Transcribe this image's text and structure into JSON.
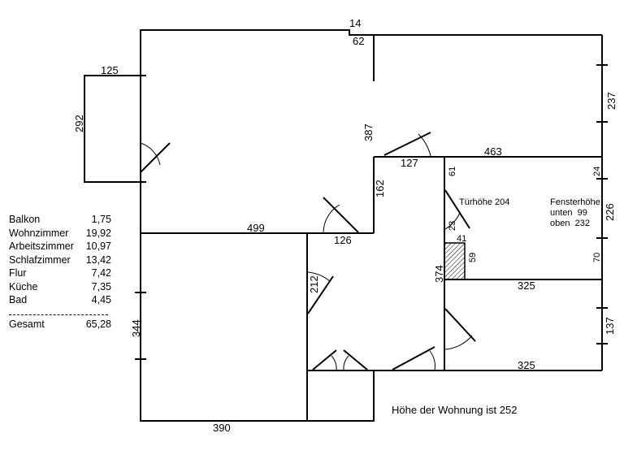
{
  "dimensions": {
    "balcony_width": "125",
    "balcony_depth": "292",
    "living_notch_small": "14",
    "living_notch": "62",
    "living_height": "387",
    "living_width": "499",
    "living_door": "126",
    "bedroom_door": "127",
    "bedroom_width": "463",
    "bedroom_window_segment": "237",
    "hall_wall": "162",
    "kitchen_window_top": "24",
    "kitchen_height": "226",
    "kitchen_window_bottom": "70",
    "kitchen_door_top": "61",
    "kitchen_door_bottom": "23",
    "chimney_width": "41",
    "chimney_height": "59",
    "kitchen_width": "325",
    "bath_width": "325",
    "bath_window": "137",
    "hall_height": "374",
    "study_door": "212",
    "study_height": "344",
    "study_width": "390"
  },
  "annotations": {
    "door_height": "Türhöhe 204",
    "window_height_title": "Fensterhöhe",
    "window_bottom": "unten  99",
    "window_top": "oben  232"
  },
  "legend": {
    "rows": [
      {
        "room": "Balkon",
        "area": "1,75"
      },
      {
        "room": "Wohnzimmer",
        "area": "19,92"
      },
      {
        "room": "Arbeitszimmer",
        "area": "10,97"
      },
      {
        "room": "Schlafzimmer",
        "area": "13,42"
      },
      {
        "room": "Flur",
        "area": "7,42"
      },
      {
        "room": "Küche",
        "area": "7,35"
      },
      {
        "room": "Bad",
        "area": "4,45"
      }
    ],
    "total_label": "Gesamt",
    "total_value": "65,28"
  },
  "footer_note": "Höhe der Wohnung ist 252"
}
